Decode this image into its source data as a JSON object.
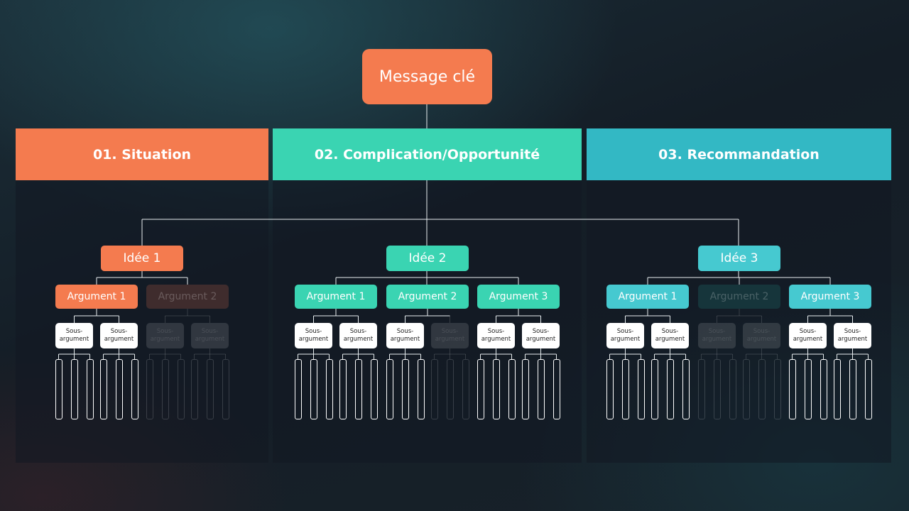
{
  "message": "Message clé",
  "colors": {
    "orange": "#f47b4f",
    "green": "#3ad4b2",
    "teal": "#33b8c4",
    "light_teal": "#46c9d0"
  },
  "sections": [
    {
      "header": "01. Situation",
      "idea": "Idée 1",
      "arguments": [
        "Argument 1",
        "Argument 2"
      ]
    },
    {
      "header": "02. Complication/Opportunité",
      "idea": "Idée 2",
      "arguments": [
        "Argument 1",
        "Argument 2",
        "Argument 3"
      ]
    },
    {
      "header": "03. Recommandation",
      "idea": "Idée 3",
      "arguments": [
        "Argument 1",
        "Argument 2",
        "Argument 3"
      ]
    }
  ],
  "sub_argument": "Sous-\nargument"
}
